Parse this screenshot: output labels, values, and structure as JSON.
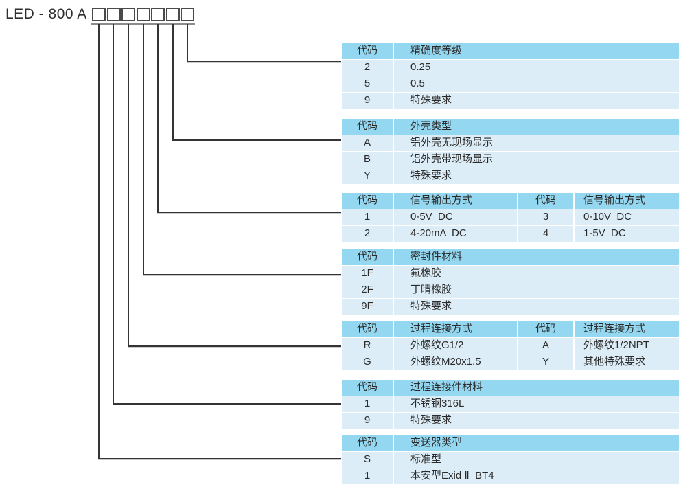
{
  "model": {
    "title": "LED - 800 A",
    "digit_count": 7
  },
  "colors": {
    "header_bg": "#93d7f1",
    "row_bg": "#dcedf7",
    "line": "#343434",
    "bar": "#8c8c8c",
    "text": "#2b2b2b"
  },
  "tables": [
    {
      "name": "accuracy-grade",
      "headers": [
        "代码",
        "精确度等级"
      ],
      "rows": [
        [
          "2",
          "0.25"
        ],
        [
          "5",
          "0.5"
        ],
        [
          "9",
          "特殊要求"
        ]
      ]
    },
    {
      "name": "housing-type",
      "headers": [
        "代码",
        "外壳类型"
      ],
      "rows": [
        [
          "A",
          "铝外壳无现场显示"
        ],
        [
          "B",
          "铝外壳带现场显示"
        ],
        [
          "Y",
          "特殊要求"
        ]
      ]
    },
    {
      "name": "signal-output",
      "headers": [
        "代码",
        "信号输出方式",
        "代码",
        "信号输出方式"
      ],
      "rows": [
        [
          "1",
          "0-5V  DC",
          "3",
          "0-10V  DC"
        ],
        [
          "2",
          "4-20mA  DC",
          "4",
          "1-5V  DC"
        ]
      ]
    },
    {
      "name": "seal-material",
      "headers": [
        "代码",
        "密封件材料"
      ],
      "rows": [
        [
          "1F",
          "氟橡胶"
        ],
        [
          "2F",
          "丁晴橡胶"
        ],
        [
          "9F",
          "特殊要求"
        ]
      ]
    },
    {
      "name": "process-connection",
      "headers": [
        "代码",
        "过程连接方式",
        "代码",
        "过程连接方式"
      ],
      "rows": [
        [
          "R",
          "外螺纹G1/2",
          "A",
          "外螺纹1/2NPT"
        ],
        [
          "G",
          "外螺纹M20x1.5",
          "Y",
          "其他特殊要求"
        ]
      ]
    },
    {
      "name": "process-connector-material",
      "headers": [
        "代码",
        "过程连接件材料"
      ],
      "rows": [
        [
          "1",
          "不锈钢316L"
        ],
        [
          "9",
          "特殊要求"
        ]
      ]
    },
    {
      "name": "transmitter-type",
      "headers": [
        "代码",
        "变送器类型"
      ],
      "rows": [
        [
          "S",
          "标准型"
        ],
        [
          "1",
          "本安型Exid Ⅱ  BT4"
        ]
      ]
    }
  ]
}
